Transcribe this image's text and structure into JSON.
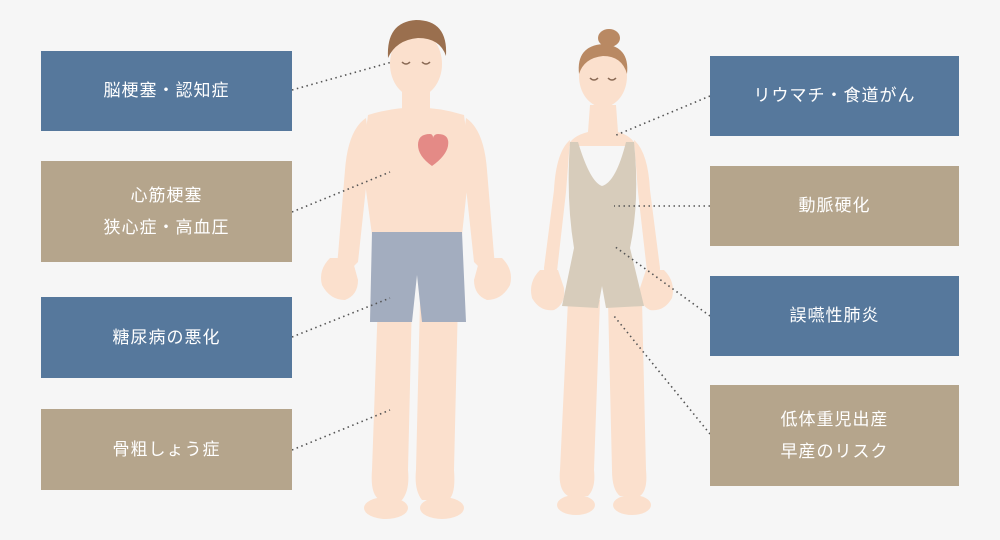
{
  "colors": {
    "blue_box": "#56789c",
    "tan_box": "#b5a58c",
    "skin": "#fbe0cd",
    "shorts": "#a3adbf",
    "bodysuit": "#d7ccbb",
    "heart": "#e48a86",
    "hair": "#9a6f4e"
  },
  "labels": {
    "left": [
      {
        "lines": [
          "脳梗塞・認知症"
        ]
      },
      {
        "lines": [
          "心筋梗塞",
          "狭心症・高血圧"
        ]
      },
      {
        "lines": [
          "糖尿病の悪化"
        ]
      },
      {
        "lines": [
          "骨粗しょう症"
        ]
      }
    ],
    "right": [
      {
        "lines": [
          "リウマチ・食道がん"
        ]
      },
      {
        "lines": [
          "動脈硬化"
        ]
      },
      {
        "lines": [
          "誤嚥性肺炎"
        ]
      },
      {
        "lines": [
          "低体重児出産",
          "早産のリスク"
        ]
      }
    ]
  }
}
